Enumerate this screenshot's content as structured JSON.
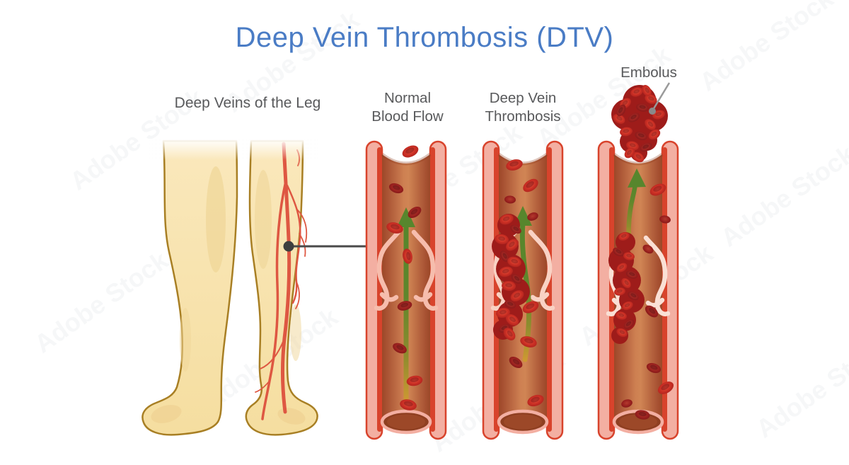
{
  "title": {
    "text": "Deep Vein Thrombosis (DTV)",
    "color": "#4A7CC5"
  },
  "labels": {
    "leg_section": "Deep Veins of the Leg",
    "vein_normal": {
      "line1": "Normal",
      "line2": "Blood Flow"
    },
    "vein_dvt": {
      "line1": "Deep Vein",
      "line2": "Thrombosis"
    },
    "embolus": "Embolus",
    "label_color": "#58595B"
  },
  "watermark": {
    "text": "Adobe Stock"
  },
  "illustration_colors": {
    "vein_wall_pink": "#F3AFA2",
    "vein_wall_red": "#D8432C",
    "vein_interior_brown": "#A85233",
    "blood_cell_red": "#C62D22",
    "clot_dark_red": "#9E1C1A",
    "flow_arrow_green": "#5A8A2F",
    "flow_arrow_tail_orange": "#CC9832",
    "skin": "#F8E3AC",
    "skin_outline": "#A87F24",
    "leg_vein_red": "#DE5742",
    "pointer_gray": "#4A4A4A"
  }
}
